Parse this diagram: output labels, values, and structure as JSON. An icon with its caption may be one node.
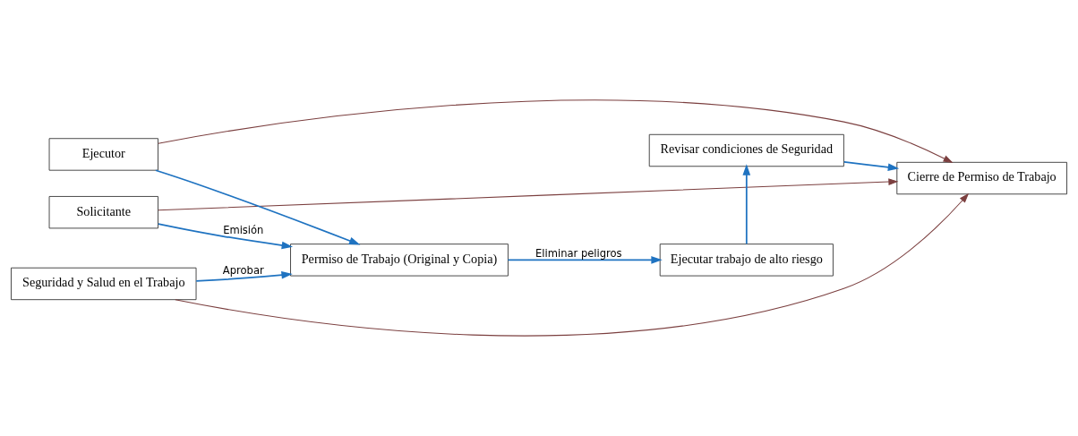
{
  "diagram": {
    "nodes": [
      {
        "text": [
          "Solicitante"
        ]
      },
      {
        "text": [
          "Ejecutor"
        ]
      },
      {
        "text": [
          "Seguridad y Salud en el Trabajo"
        ]
      },
      {
        "text": [
          "Permiso de Trabajo (Original y Copia)"
        ]
      },
      {
        "text": [
          "Ejecutar trabajo de alto riesgo"
        ]
      },
      {
        "text": [
          "Revisar condiciones de Seguridad"
        ]
      },
      {
        "text": [
          "Cierre de Permiso de Trabajo"
        ]
      }
    ],
    "edges": [
      {
        "from": 0,
        "to": 3,
        "arrow": "to",
        "label": "Emisión"
      },
      {
        "from": 1,
        "to": 3,
        "arrow": "to"
      },
      {
        "from": 2,
        "to": 3,
        "arrow": "to",
        "label": "Aprobar"
      },
      {
        "from": 3,
        "to": 4,
        "arrow": "to",
        "label": "Eliminar peligros"
      },
      {
        "from": 4,
        "to": 5,
        "arrow": "to"
      },
      {
        "from": 5,
        "to": 6,
        "arrow": "to"
      },
      {
        "from": 0,
        "to": 6,
        "arrow": "to",
        "color": "#7b3f3f"
      },
      {
        "from": 2,
        "to": 6,
        "arrow": "to",
        "color": "#7b3f3f"
      },
      {
        "from": 1,
        "to": 6,
        "arrow": "to",
        "color": "#7b3f3f"
      }
    ]
  }
}
